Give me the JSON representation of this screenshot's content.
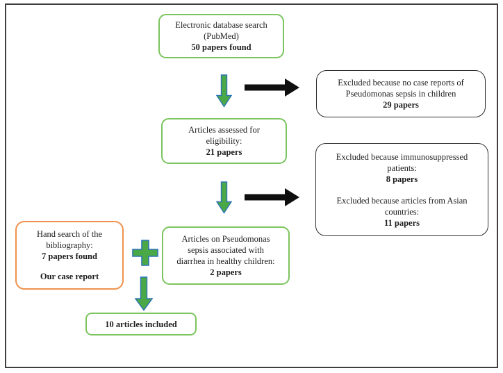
{
  "diagram": {
    "boxes": {
      "electronic_search": {
        "line1": "Electronic database search",
        "line2": "(PubMed)",
        "bold_line": "50 papers found"
      },
      "excluded_no_case_reports": {
        "line1": "Excluded because no case reports of",
        "line2": "Pseudomonas sepsis in children",
        "bold_line": "29 papers"
      },
      "assessed_eligibility": {
        "line1": "Articles assessed for",
        "line2": "eligibility:",
        "bold_line": "21 papers"
      },
      "excluded_immunosuppressed": {
        "line1": "Excluded because immunosuppressed",
        "line2": "patients:",
        "bold_line": "8 papers"
      },
      "excluded_asian_countries": {
        "line1": "Excluded because articles from Asian",
        "line2": "countries:",
        "bold_line": "11 papers"
      },
      "hand_search": {
        "line1": "Hand search of the",
        "line2": "bibliography:",
        "bold_line": "7 papers found",
        "bold_line2": "Our case report"
      },
      "articles_pseudomonas_sepsis": {
        "line1": "Articles on Pseudomonas",
        "line2": "sepsis associated with",
        "line3": "diarrhea in healthy children:",
        "bold_line": "2 papers"
      },
      "included": {
        "bold_line": "10 articles included"
      }
    },
    "colors": {
      "green_box_border": "#7cc45e",
      "orange_box_border": "#f0924d",
      "black_box_border": "#2d2d2d",
      "green_arrow_fill": "#4aa847",
      "arrow_outline_blue": "#2e74b5",
      "black_arrow_fill": "#0f0f0f",
      "frame_border": "#3f3f3f",
      "text_color": "#1c1c1c"
    }
  }
}
